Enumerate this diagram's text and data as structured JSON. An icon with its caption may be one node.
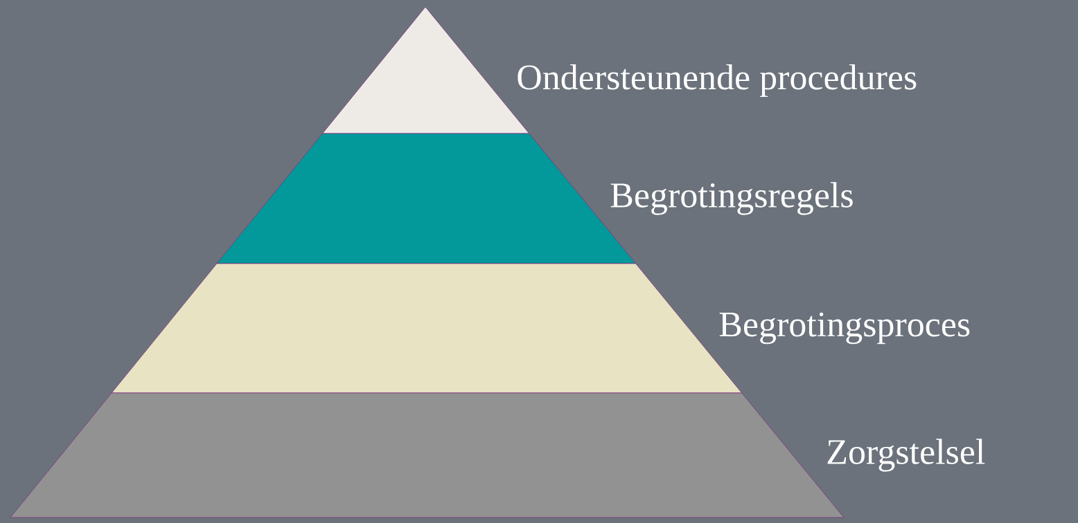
{
  "diagram": {
    "nodes": [
      {
        "text": [
          "Ondersteunende procedures"
        ]
      },
      {
        "text": [
          "Begrotingsregels"
        ]
      },
      {
        "text": [
          "Begrotingsproces"
        ]
      },
      {
        "text": [
          "Zorgstelsel"
        ]
      }
    ]
  }
}
